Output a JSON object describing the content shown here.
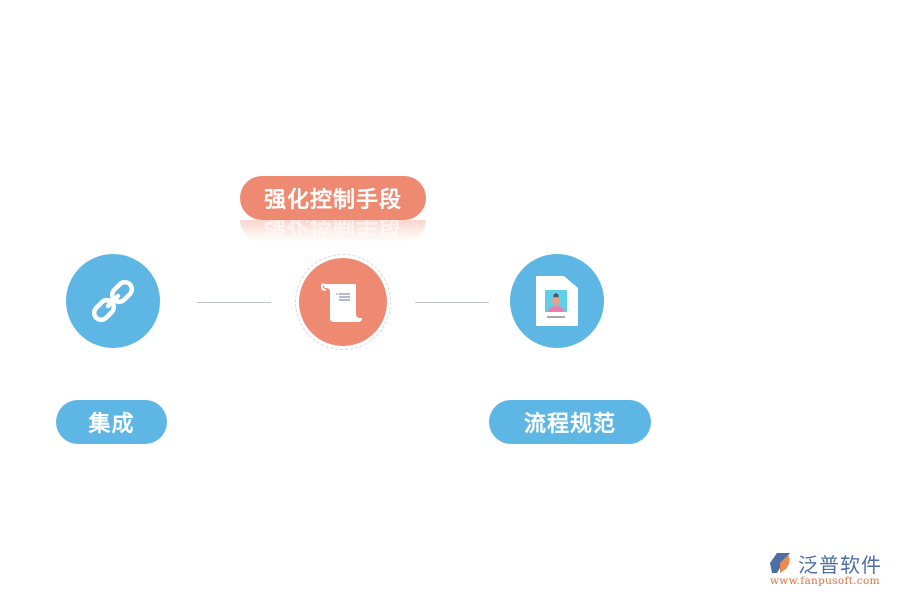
{
  "diagram": {
    "top_label": "强化控制手段",
    "nodes": [
      {
        "id": "integration",
        "icon": "chain-link-icon",
        "label": "集成",
        "color": "#5db6e3"
      },
      {
        "id": "control",
        "icon": "scroll-document-icon",
        "label": "强化控制手段",
        "color": "#ef8a72"
      },
      {
        "id": "process",
        "icon": "profile-document-icon",
        "label": "流程规范",
        "color": "#5db6e3"
      }
    ],
    "connector_color": "#c3c7cf"
  },
  "logo": {
    "name": "泛普软件",
    "url": "www.fanpusoft.com"
  }
}
